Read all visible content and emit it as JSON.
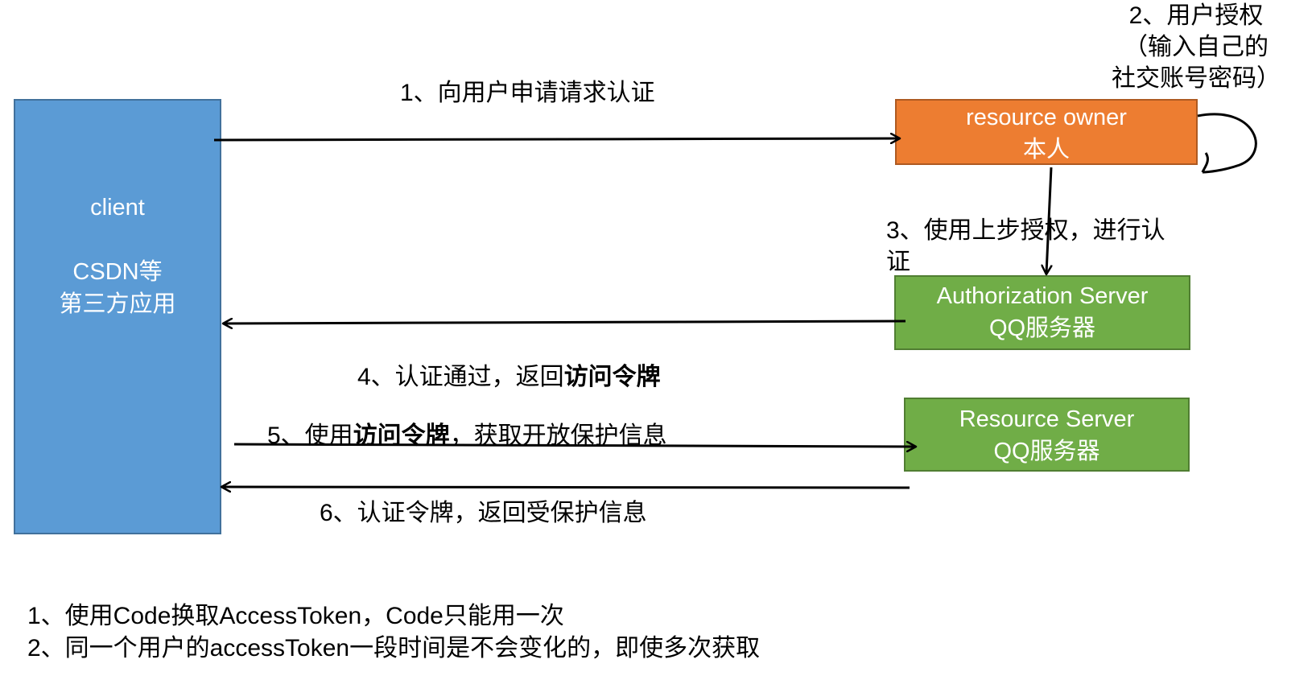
{
  "nodes": {
    "client": {
      "line1": "client",
      "line2": "CSDN等",
      "line3": "第三方应用"
    },
    "resource_owner": {
      "line1": "resource owner",
      "line2": "本人"
    },
    "authorization_server": {
      "line1": "Authorization Server",
      "line2": "QQ服务器"
    },
    "resource_server": {
      "line1": "Resource Server",
      "line2": "QQ服务器"
    }
  },
  "steps": {
    "step1": "1、向用户申请请求认证",
    "step2": {
      "line1": "2、用户授权",
      "line2": "（输入自己的",
      "line3": "社交账号密码）"
    },
    "step3": {
      "line1": "3、使用上步授权，进行认",
      "line2": "证"
    },
    "step4": {
      "prefix": "4、认证通过，返回",
      "bold": "访问令牌"
    },
    "step5": {
      "prefix": "5、使用",
      "bold": "访问令牌",
      "suffix": "，获取开放保护信息"
    },
    "step6": "6、认证令牌，返回受保护信息"
  },
  "notes": [
    "1、使用Code换取AccessToken，Code只能用一次",
    "2、同一个用户的accessToken一段时间是不会变化的，即使多次获取"
  ]
}
